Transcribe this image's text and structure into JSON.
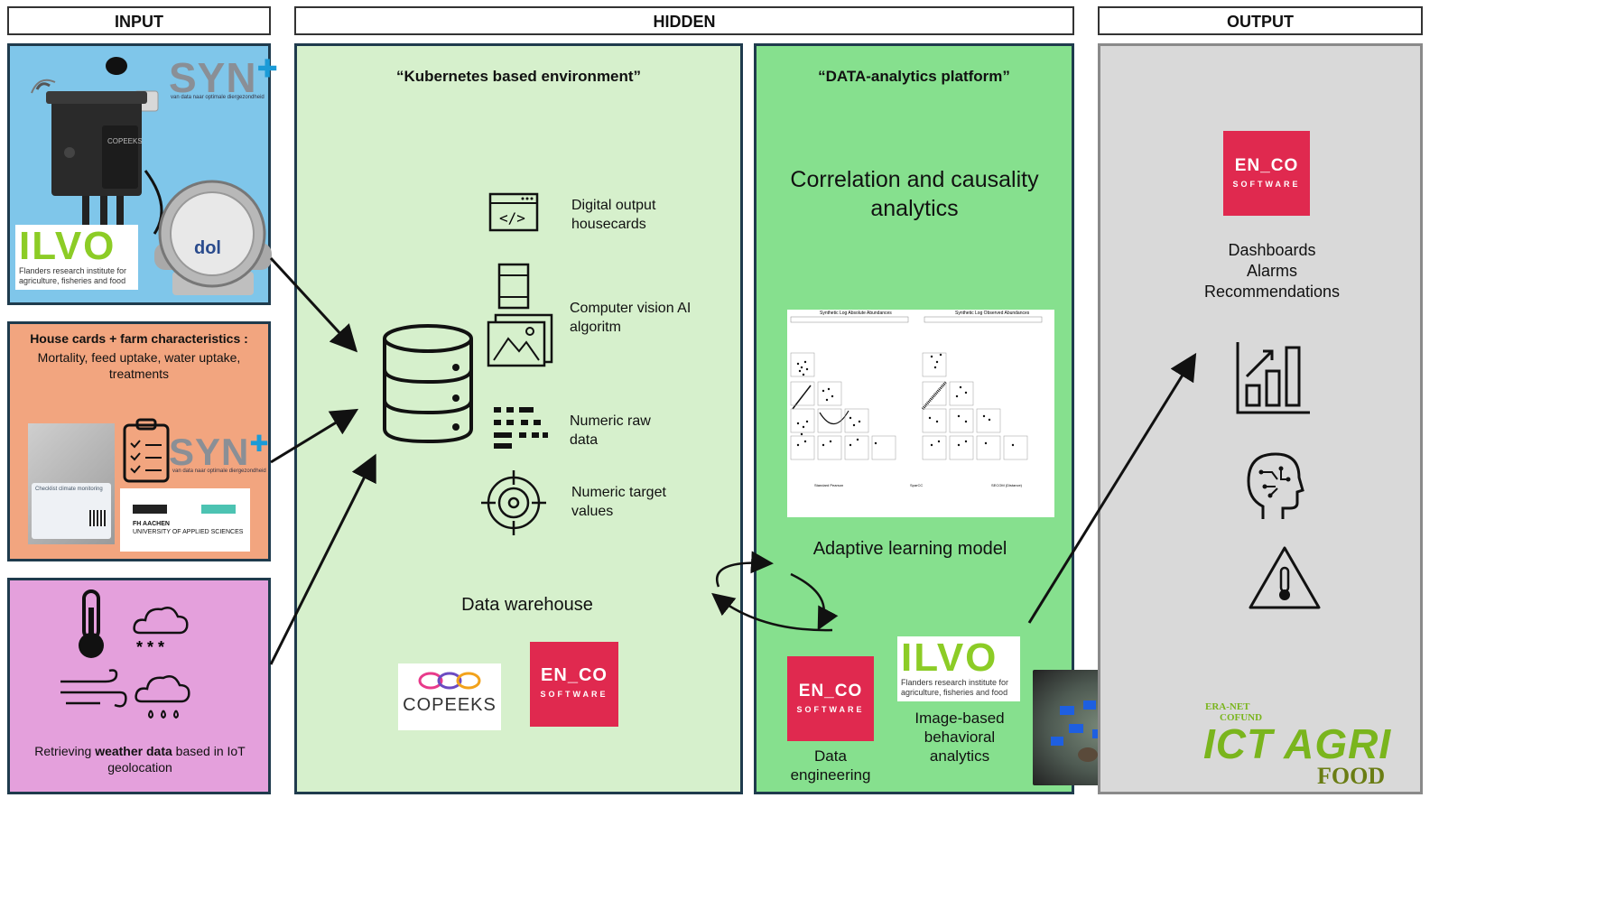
{
  "headers": {
    "input": "INPUT",
    "hidden": "HIDDEN",
    "output": "OUTPUT"
  },
  "input": {
    "sensors": {
      "syn_logo": "SYN",
      "syn_sub": "van data naar optimale diergezondheid",
      "ilvo_logo": "ILVO",
      "ilvo_sub": "Flanders research institute for agriculture, fisheries and food",
      "device_label": "COPEEKS",
      "dol_label": "dol"
    },
    "house_cards": {
      "title": "House cards + farm characteristics :",
      "body": "Mortality, feed uptake, water uptake, treatments",
      "card_text": "Checklist climate monitoring",
      "syn_logo": "SYN",
      "syn_sub": "van data naar optimale diergezondheid",
      "fh_line1": "FH AACHEN",
      "fh_line2": "UNIVERSITY OF APPLIED SCIENCES"
    },
    "weather": {
      "text_pre": "Retrieving ",
      "text_bold": "weather data",
      "text_post": " based in IoT geolocation"
    }
  },
  "hidden": {
    "kubernetes_title": "“Kubernetes based environment”",
    "items": [
      {
        "icon": "code-window-icon",
        "label": "Digital output housecards"
      },
      {
        "icon": "film-image-icon",
        "label": "Computer vision AI algoritm"
      },
      {
        "icon": "numeric-dots-icon",
        "label": "Numeric raw data"
      },
      {
        "icon": "target-icon",
        "label": "Numeric target values"
      }
    ],
    "warehouse_label": "Data warehouse",
    "copeeks_logo": "COPEEKS",
    "enco_logo": "EN_CO",
    "enco_sub": "SOFTWARE",
    "analytics_title": "“DATA-analytics platform”",
    "correlation_title": "Correlation and causality analytics",
    "adaptive_label": "Adaptive learning model",
    "plot_titles": [
      "Synthetic Log Absolute Abundances",
      "Synthetic Log Observed Abundances"
    ],
    "plot_subtitles": [
      "Standard Pearson",
      "SparCC",
      "SECOM (Distance)"
    ],
    "engineering_label": "Data engineering",
    "behavioral_label": "Image-based behavioral analytics",
    "ilvo_logo": "ILVO",
    "ilvo_sub": "Flanders research institute for agriculture, fisheries and food"
  },
  "output": {
    "enco_logo": "EN_CO",
    "enco_sub": "SOFTWARE",
    "lines": [
      "Dashboards",
      "Alarms",
      "Recommendations"
    ],
    "eranet_line1": "ERA-NET",
    "eranet_line2": "COFUND",
    "ict_agri": "ICT AGRI",
    "food": "FOOD"
  },
  "colors": {
    "input_sensor_bg": "#7fc6ea",
    "input_cards_bg": "#f2a57f",
    "input_weather_bg": "#e4a0dc",
    "hidden_left_bg": "#d6f0cc",
    "hidden_right_bg": "#86e08e",
    "output_bg": "#d9d9d9",
    "enco": "#e0294f",
    "ilvo_green": "#8ccc26"
  }
}
